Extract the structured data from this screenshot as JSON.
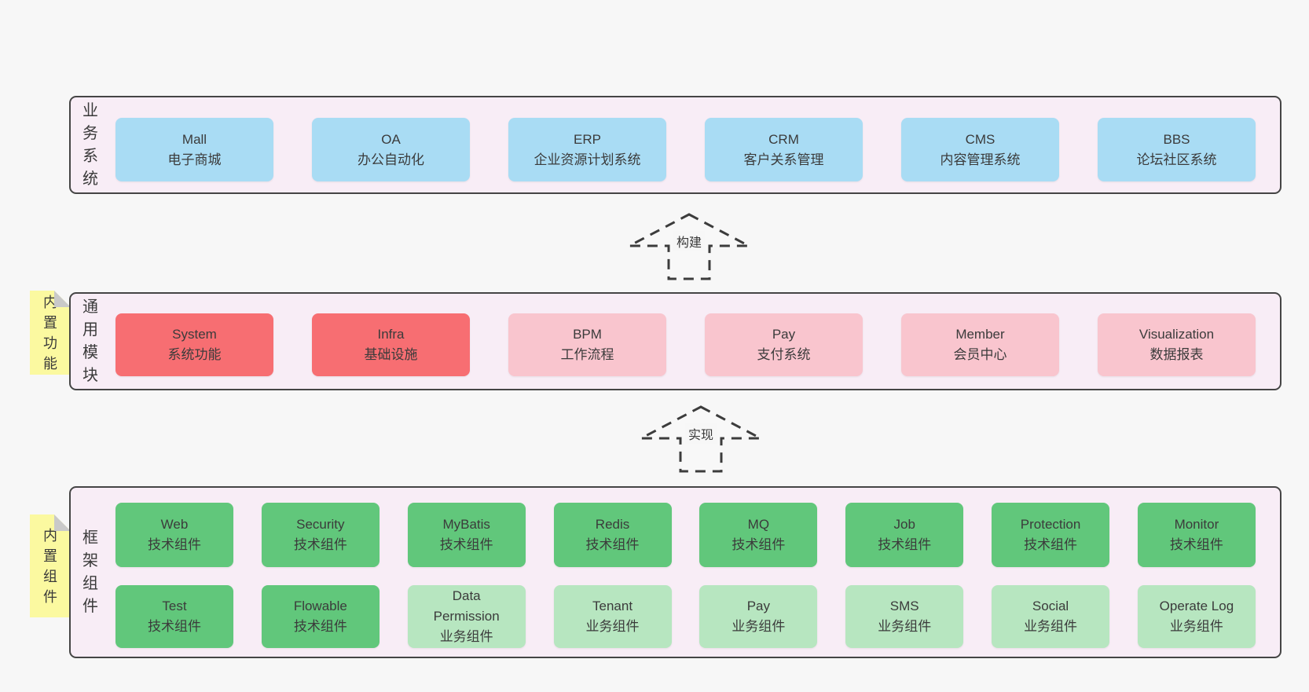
{
  "business": {
    "side_label": "业务系统",
    "boxes": [
      {
        "en": "Mall",
        "zh": "电子商城",
        "variant": "blue"
      },
      {
        "en": "OA",
        "zh": "办公自动化",
        "variant": "blue"
      },
      {
        "en": "ERP",
        "zh": "企业资源计划系统",
        "variant": "blue"
      },
      {
        "en": "CRM",
        "zh": "客户关系管理",
        "variant": "blue"
      },
      {
        "en": "CMS",
        "zh": "内容管理系统",
        "variant": "blue"
      },
      {
        "en": "BBS",
        "zh": "论坛社区系统",
        "variant": "blue"
      }
    ]
  },
  "modules": {
    "side_label": "通用模块",
    "note": "内置功能",
    "boxes": [
      {
        "en": "System",
        "zh": "系统功能",
        "variant": "red"
      },
      {
        "en": "Infra",
        "zh": "基础设施",
        "variant": "red"
      },
      {
        "en": "BPM",
        "zh": "工作流程",
        "variant": "pink"
      },
      {
        "en": "Pay",
        "zh": "支付系统",
        "variant": "pink"
      },
      {
        "en": "Member",
        "zh": "会员中心",
        "variant": "pink"
      },
      {
        "en": "Visualization",
        "zh": "数据报表",
        "variant": "pink"
      }
    ]
  },
  "components": {
    "side_label": "框架组件",
    "note": "内置组件",
    "row1": [
      {
        "en": "Web",
        "zh": "技术组件",
        "variant": "green"
      },
      {
        "en": "Security",
        "zh": "技术组件",
        "variant": "green"
      },
      {
        "en": "MyBatis",
        "zh": "技术组件",
        "variant": "green"
      },
      {
        "en": "Redis",
        "zh": "技术组件",
        "variant": "green"
      },
      {
        "en": "MQ",
        "zh": "技术组件",
        "variant": "green"
      },
      {
        "en": "Job",
        "zh": "技术组件",
        "variant": "green"
      },
      {
        "en": "Protection",
        "zh": "技术组件",
        "variant": "green"
      },
      {
        "en": "Monitor",
        "zh": "技术组件",
        "variant": "green"
      }
    ],
    "row2": [
      {
        "en": "Test",
        "zh": "技术组件",
        "variant": "green"
      },
      {
        "en": "Flowable",
        "zh": "技术组件",
        "variant": "green"
      },
      {
        "en": "Data Permission",
        "zh": "业务组件",
        "variant": "green-light"
      },
      {
        "en": "Tenant",
        "zh": "业务组件",
        "variant": "green-light"
      },
      {
        "en": "Pay",
        "zh": "业务组件",
        "variant": "green-light"
      },
      {
        "en": "SMS",
        "zh": "业务组件",
        "variant": "green-light"
      },
      {
        "en": "Social",
        "zh": "业务组件",
        "variant": "green-light"
      },
      {
        "en": "Operate Log",
        "zh": "业务组件",
        "variant": "green-light"
      }
    ]
  },
  "arrows": {
    "build": "构建",
    "implement": "实现"
  },
  "colors": {
    "page_bg": "#f7f7f7",
    "panel_bg": "#f8edf6",
    "panel_border": "#454545",
    "blue": "#a9dcf4",
    "red": "#f76e72",
    "pink": "#f9c5ce",
    "green": "#61c77b",
    "green_light": "#b7e6c0",
    "note_yellow": "#fbf9a0",
    "note_fold": "#c9c9c9",
    "text": "#3b3b3b"
  }
}
